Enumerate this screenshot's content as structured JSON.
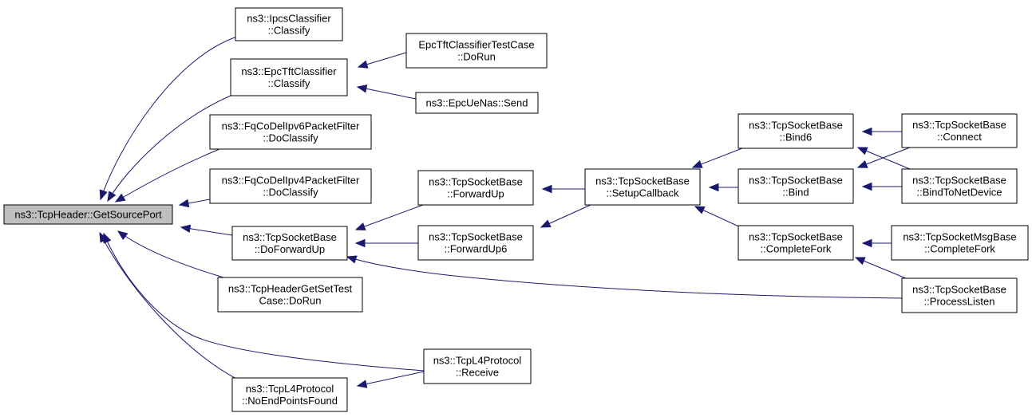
{
  "nodes": [
    {
      "id": "root",
      "lines": [
        "ns3::TcpHeader::GetSourcePort"
      ],
      "root": true
    },
    {
      "id": "ipcs",
      "lines": [
        "ns3::IpcsClassifier",
        "::Classify"
      ]
    },
    {
      "id": "epctft",
      "lines": [
        "ns3::EpcTftClassifier",
        "::Classify"
      ]
    },
    {
      "id": "fq6",
      "lines": [
        "ns3::FqCoDelIpv6PacketFilter",
        "::DoClassify"
      ]
    },
    {
      "id": "fq4",
      "lines": [
        "ns3::FqCoDelIpv4PacketFilter",
        "::DoClassify"
      ]
    },
    {
      "id": "dofwd",
      "lines": [
        "ns3::TcpSocketBase",
        "::DoForwardUp"
      ]
    },
    {
      "id": "hdrtest",
      "lines": [
        "ns3::TcpHeaderGetSetTest",
        "Case::DoRun"
      ]
    },
    {
      "id": "noend",
      "lines": [
        "ns3::TcpL4Protocol",
        "::NoEndPointsFound"
      ]
    },
    {
      "id": "epctest",
      "lines": [
        "EpcTftClassifierTestCase",
        "::DoRun"
      ]
    },
    {
      "id": "uenas",
      "lines": [
        "ns3::EpcUeNas::Send"
      ]
    },
    {
      "id": "fwdup",
      "lines": [
        "ns3::TcpSocketBase",
        "::ForwardUp"
      ]
    },
    {
      "id": "fwdup6",
      "lines": [
        "ns3::TcpSocketBase",
        "::ForwardUp6"
      ]
    },
    {
      "id": "receive",
      "lines": [
        "ns3::TcpL4Protocol",
        "::Receive"
      ]
    },
    {
      "id": "setup",
      "lines": [
        "ns3::TcpSocketBase",
        "::SetupCallback"
      ]
    },
    {
      "id": "bind6",
      "lines": [
        "ns3::TcpSocketBase",
        "::Bind6"
      ]
    },
    {
      "id": "bind",
      "lines": [
        "ns3::TcpSocketBase",
        "::Bind"
      ]
    },
    {
      "id": "cfork",
      "lines": [
        "ns3::TcpSocketBase",
        "::CompleteFork"
      ]
    },
    {
      "id": "connect",
      "lines": [
        "ns3::TcpSocketBase",
        "::Connect"
      ]
    },
    {
      "id": "bindnd",
      "lines": [
        "ns3::TcpSocketBase",
        "::BindToNetDevice"
      ]
    },
    {
      "id": "msgfork",
      "lines": [
        "ns3::TcpSocketMsgBase",
        "::CompleteFork"
      ]
    },
    {
      "id": "plisten",
      "lines": [
        "ns3::TcpSocketBase",
        "::ProcessListen"
      ]
    }
  ],
  "edges": [
    {
      "from": "ipcs",
      "to": "root"
    },
    {
      "from": "epctft",
      "to": "root"
    },
    {
      "from": "fq6",
      "to": "root"
    },
    {
      "from": "fq4",
      "to": "root"
    },
    {
      "from": "dofwd",
      "to": "root"
    },
    {
      "from": "hdrtest",
      "to": "root"
    },
    {
      "from": "noend",
      "to": "root"
    },
    {
      "from": "receive",
      "to": "root"
    },
    {
      "from": "epctest",
      "to": "epctft"
    },
    {
      "from": "uenas",
      "to": "epctft"
    },
    {
      "from": "fwdup",
      "to": "dofwd"
    },
    {
      "from": "fwdup6",
      "to": "dofwd"
    },
    {
      "from": "plisten",
      "to": "dofwd"
    },
    {
      "from": "receive",
      "to": "noend"
    },
    {
      "from": "setup",
      "to": "fwdup"
    },
    {
      "from": "setup",
      "to": "fwdup6"
    },
    {
      "from": "bind6",
      "to": "setup"
    },
    {
      "from": "bind",
      "to": "setup"
    },
    {
      "from": "cfork",
      "to": "setup"
    },
    {
      "from": "connect",
      "to": "bind6"
    },
    {
      "from": "bindnd",
      "to": "bind6"
    },
    {
      "from": "connect",
      "to": "bind"
    },
    {
      "from": "bindnd",
      "to": "bind"
    },
    {
      "from": "msgfork",
      "to": "cfork"
    },
    {
      "from": "plisten",
      "to": "cfork"
    }
  ]
}
